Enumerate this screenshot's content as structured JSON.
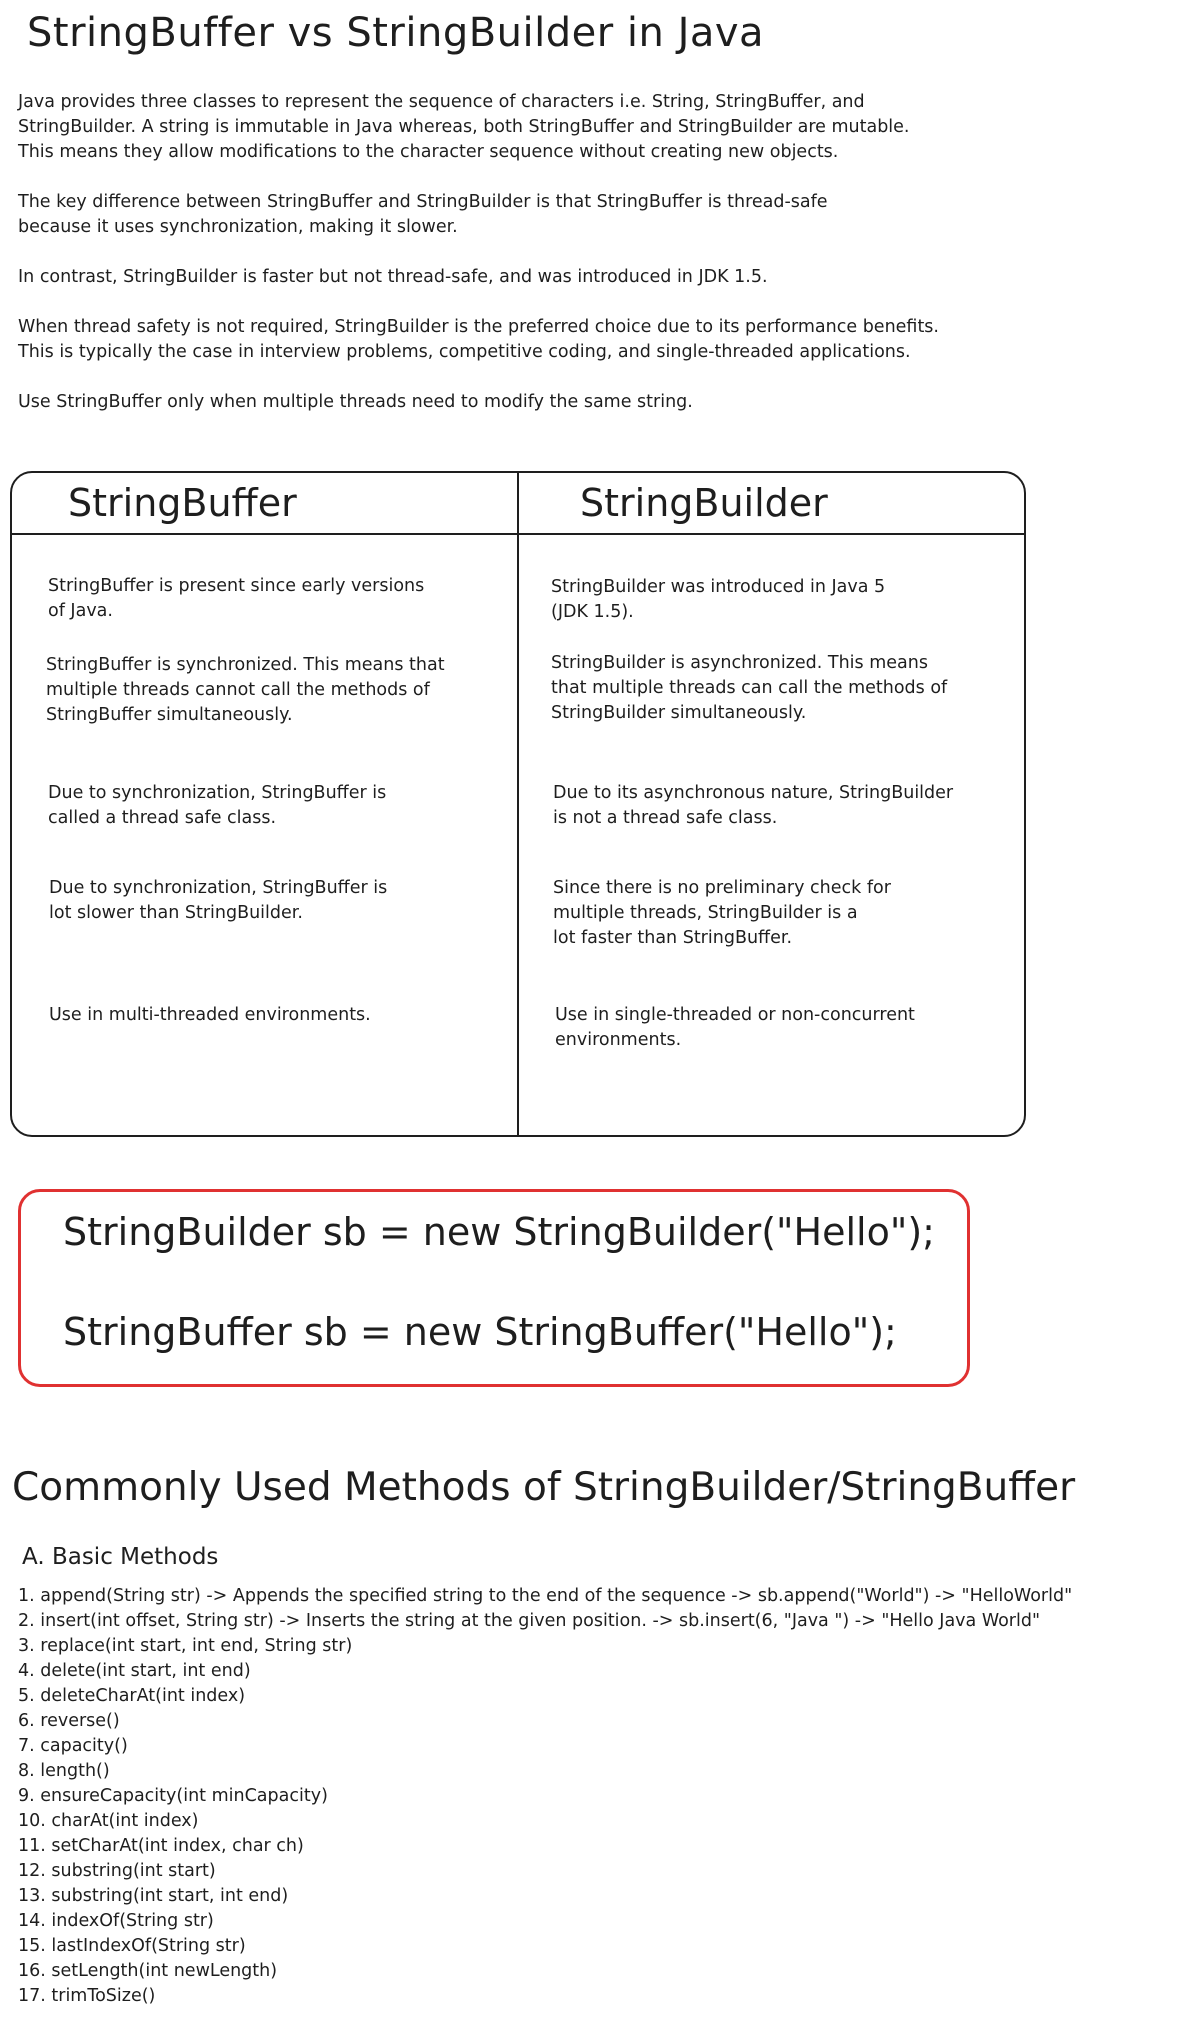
{
  "title": "StringBuffer vs StringBuilder in Java",
  "intro": [
    "Java provides three classes to represent the sequence of characters i.e. String, StringBuffer, and\nStringBuilder. A string is immutable in Java whereas, both StringBuffer and StringBuilder are mutable.\nThis means they allow modifications to the character sequence without creating new objects.",
    "The key difference between StringBuffer and StringBuilder is that StringBuffer is thread-safe\nbecause it uses synchronization, making it slower.",
    "In contrast, StringBuilder is faster but not thread-safe, and was introduced in JDK 1.5.",
    "When thread safety is not required, StringBuilder is the preferred choice due to its performance benefits.\nThis is typically the case in interview problems, competitive coding, and single-threaded applications.",
    "Use StringBuffer only when multiple threads need to modify the same string."
  ],
  "comparison": {
    "left": {
      "heading": "StringBuffer",
      "items": [
        "StringBuffer is present since early versions\nof Java.",
        "StringBuffer is synchronized. This means that\nmultiple threads cannot call the methods of\nStringBuffer simultaneously.",
        "Due to synchronization, StringBuffer is\ncalled a thread safe class.",
        "Due to synchronization, StringBuffer is\nlot slower than StringBuilder.",
        "Use in multi-threaded environments."
      ]
    },
    "right": {
      "heading": "StringBuilder",
      "items": [
        "StringBuilder was introduced in Java 5\n(JDK 1.5).",
        "StringBuilder is asynchronized. This means\nthat multiple threads can call the methods of\nStringBuilder simultaneously.",
        "Due to its asynchronous nature, StringBuilder\nis not a thread safe class.",
        "Since there is no preliminary check for\nmultiple threads, StringBuilder is a\nlot faster than StringBuffer.",
        "Use in single-threaded or non-concurrent\nenvironments."
      ]
    }
  },
  "code": {
    "line1": "StringBuilder sb = new StringBuilder(\"Hello\");",
    "line2": "StringBuffer sb = new StringBuffer(\"Hello\");",
    "border_color": "#e03131"
  },
  "methods": {
    "title": "Commonly Used Methods of StringBuilder/StringBuffer",
    "subtitle": "A. Basic Methods",
    "items": [
      "1. append(String str) -> Appends the specified string to the end of the sequence -> sb.append(\"World\") -> \"HelloWorld\"",
      "2. insert(int offset, String str) -> Inserts the string at the given position. -> sb.insert(6, \"Java \") -> \"Hello Java World\"",
      "3. replace(int start, int end, String str)",
      "4. delete(int start, int end)",
      "5. deleteCharAt(int index)",
      "6. reverse()",
      "7. capacity()",
      "8. length()",
      "9. ensureCapacity(int minCapacity)",
      "10. charAt(int index)",
      "11. setCharAt(int index, char ch)",
      "12. substring(int start)",
      "13. substring(int start, int end)",
      "14. indexOf(String str)",
      "15. lastIndexOf(String str)",
      "16. setLength(int newLength)",
      "17. trimToSize()"
    ]
  }
}
